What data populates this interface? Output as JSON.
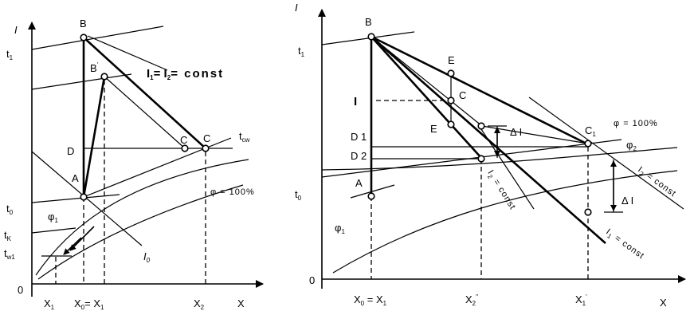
{
  "left": {
    "axis_y": "I",
    "axis_x": "X",
    "origin": "0",
    "labels": {
      "t1": "t",
      "t1_sub": "1",
      "t0": "t",
      "t0_sub": "0",
      "tk": "t",
      "tk_sub": "K",
      "tw1": "t",
      "tw1_sub": "w1",
      "B": "B",
      "Bp": "B",
      "Bp_sup": "'",
      "C": "C",
      "Cp": "C",
      "D": "D",
      "A": "A",
      "I0": "I",
      "I0_sub": "0",
      "tcw": "t",
      "tcw_sub": "cw",
      "phi100": "φ = 100%",
      "phi1": "φ",
      "phi1_sub": "1",
      "eq": "I",
      "eq_sub1": "1",
      "eq_mid": "= I",
      "eq_sub2": "2",
      "eq_end": "= const"
    },
    "ticks": {
      "x1": "X",
      "x1_sub": "1",
      "x0": "X",
      "x0_sub": "0",
      "x0_eq": "= X",
      "x0_eq_sub": "1",
      "x2": "X",
      "x2_sub": "2",
      "x": "X"
    }
  },
  "right": {
    "axis_y": "I",
    "axis_x": "X",
    "origin": "0",
    "labels": {
      "t1": "t",
      "t1_sub": "1",
      "t0": "t",
      "t0_sub": "0",
      "B": "B",
      "E_top": "E",
      "C": "C",
      "E_bot": "E",
      "I": "I",
      "D1": "D 1",
      "D2": "D 2",
      "A": "A",
      "C1": "C",
      "C1_sub": "1",
      "phi100": "φ = 100%",
      "phi2": "φ",
      "phi2_sub": "2",
      "phi1": "φ",
      "phi1_sub": "1",
      "dI_top": "Δ I",
      "dI_right": "Δ I",
      "I2const_mid": "I",
      "I2const_mid_sub": "2",
      "I2const_mid_end": " = const",
      "I2const_right": "I",
      "I2const_right_sub": "2",
      "I2const_right_end": " = const",
      "I1const": "I",
      "I1const_sub": "1",
      "I1const_end": " = const"
    },
    "ticks": {
      "x0": "X",
      "x0_sub": "0",
      "x0_eq": " = X",
      "x0_eq_sub": "1",
      "x2pp": "X",
      "x2pp_sub": "2",
      "x2pp_sup": "''",
      "x1p": "X",
      "x1p_sub": "1",
      "x1p_sup": "'",
      "x": "X"
    }
  }
}
